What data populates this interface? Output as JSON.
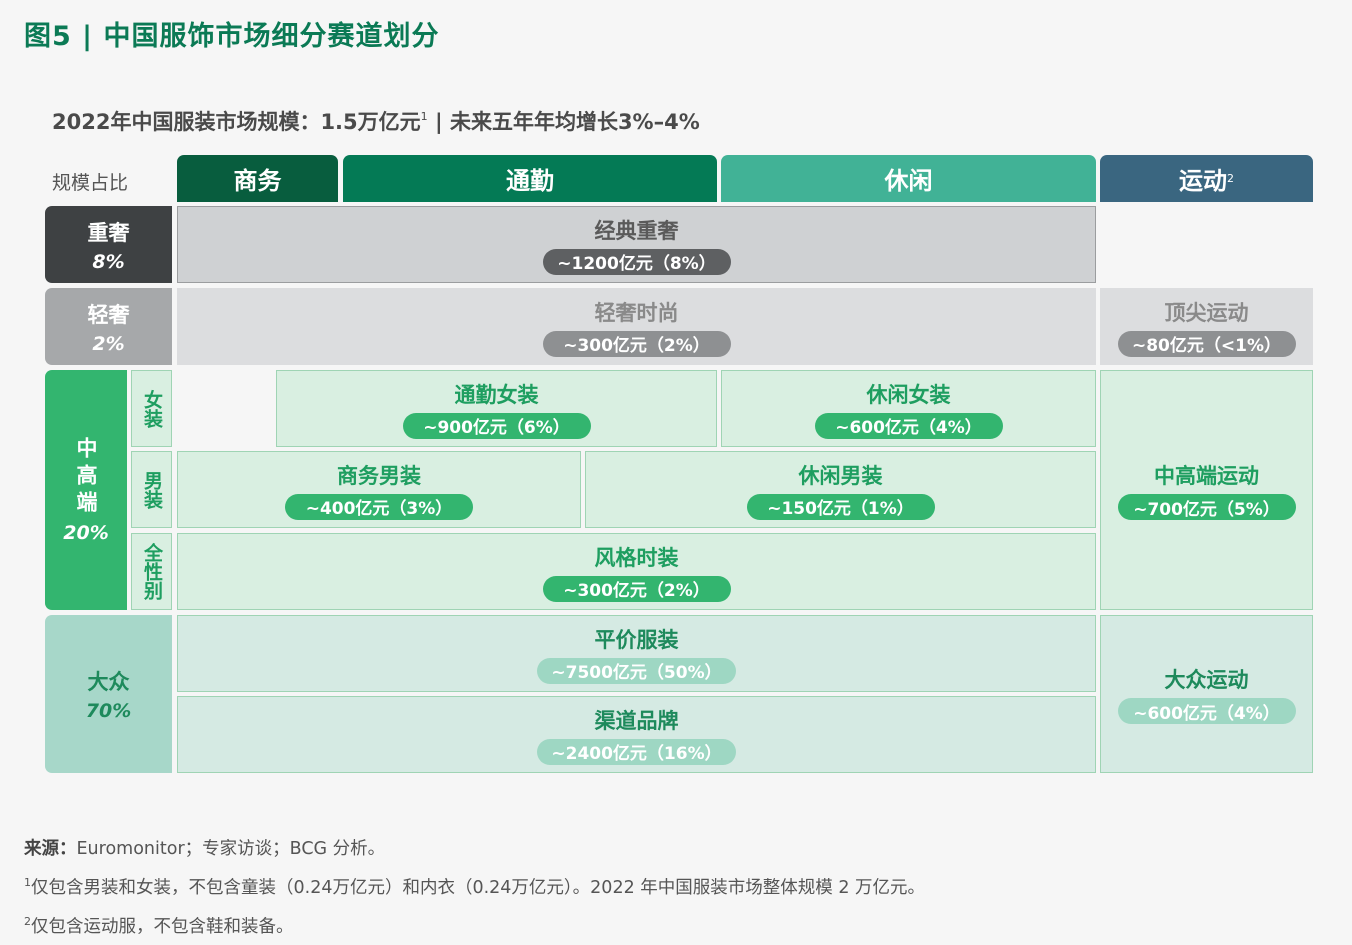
{
  "figure_title": "图5 | 中国服饰市场细分赛道划分",
  "subtitle_main": "2022年中国服装市场规模：1.5万亿元",
  "subtitle_sup": "1",
  "subtitle_rest": " | 未来五年年均增长3%–4%",
  "scale_label": "规模占比",
  "columns": [
    {
      "label": "商务",
      "sup": "",
      "color": "#085d3e"
    },
    {
      "label": "通勤",
      "sup": "",
      "color": "#047a55"
    },
    {
      "label": "休闲",
      "sup": "",
      "color": "#41b296"
    },
    {
      "label": "运动",
      "sup": "2",
      "color": "#3a6680"
    }
  ],
  "rows": [
    {
      "name": "重奢",
      "pct": "8%",
      "bg": "#3e4143",
      "fg": "#ffffff"
    },
    {
      "name": "轻奢",
      "pct": "2%",
      "bg": "#a6a8aa",
      "fg": "#ffffff"
    },
    {
      "name": "中高端",
      "pct": "20%",
      "bg": "#33b56f",
      "fg": "#ffffff"
    },
    {
      "name": "大众",
      "pct": "70%",
      "bg": "#a7d7c9",
      "fg": "#1e8a5c"
    }
  ],
  "sub_rows": [
    {
      "label": "女装"
    },
    {
      "label": "男装"
    },
    {
      "label": "全性别"
    }
  ],
  "chart_data": {
    "type": "table",
    "unit": "亿元",
    "segments": [
      {
        "name": "经典重奢",
        "value": "~1200亿元（8%）",
        "size": 1200,
        "share": 8
      },
      {
        "name": "轻奢时尚",
        "value": "~300亿元（2%）",
        "size": 300,
        "share": 2
      },
      {
        "name": "顶尖运动",
        "value": "~80亿元（<1%）",
        "size": 80,
        "share": "<1"
      },
      {
        "name": "通勤女装",
        "value": "~900亿元（6%）",
        "size": 900,
        "share": 6
      },
      {
        "name": "休闲女装",
        "value": "~600亿元（4%）",
        "size": 600,
        "share": 4
      },
      {
        "name": "商务男装",
        "value": "~400亿元（3%）",
        "size": 400,
        "share": 3
      },
      {
        "name": "休闲男装",
        "value": "~150亿元（1%）",
        "size": 150,
        "share": 1
      },
      {
        "name": "中高端运动",
        "value": "~700亿元（5%）",
        "size": 700,
        "share": 5
      },
      {
        "name": "风格时装",
        "value": "~300亿元（2%）",
        "size": 300,
        "share": 2
      },
      {
        "name": "平价服装",
        "value": "~7500亿元（50%）",
        "size": 7500,
        "share": 50
      },
      {
        "name": "渠道品牌",
        "value": "~2400亿元（16%）",
        "size": 2400,
        "share": 16
      },
      {
        "name": "大众运动",
        "value": "~600亿元（4%）",
        "size": 600,
        "share": 4
      }
    ]
  },
  "footnotes": {
    "source_label": "来源：",
    "source_text": "Euromonitor；专家访谈；BCG 分析。",
    "note1_mark": "1",
    "note1_text": "仅包含男装和女装，不包含童装（0.24万亿元）和内衣（0.24万亿元）。2022 年中国服装市场整体规模 2 万亿元。",
    "note2_mark": "2",
    "note2_text": "仅包含运动服，不包含鞋和装备。"
  }
}
